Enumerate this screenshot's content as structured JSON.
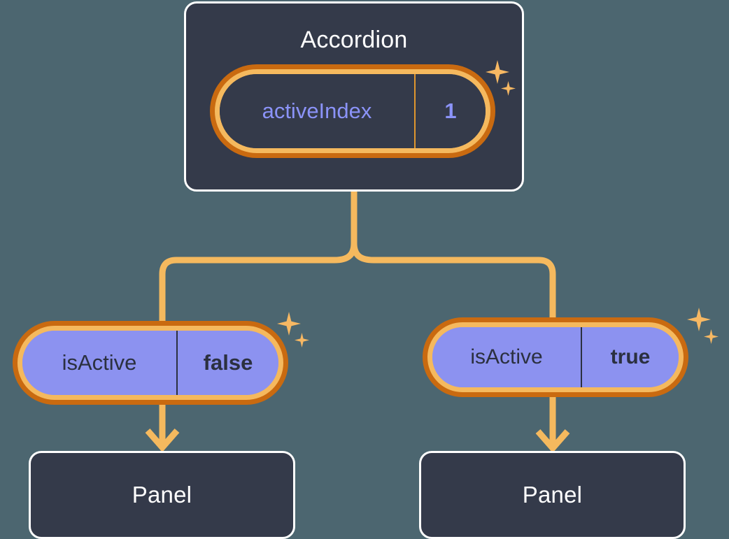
{
  "background_color": "#4c6670",
  "palette": {
    "card_fill": "#343a4a",
    "card_border": "#ffffff",
    "pill_ring_inner": "#f5b95e",
    "pill_ring_outer": "#c96a10",
    "pill_light_fill": "#8c92f0",
    "accent_text": "#8b93f8",
    "dark_text": "#2b3040",
    "connector": "#f5b95e",
    "sparkle": "#f7b863"
  },
  "diagram": {
    "type": "component-tree",
    "root": {
      "title": "Accordion",
      "state": {
        "key": "activeIndex",
        "value": "1",
        "variant": "dark"
      },
      "sparkle": {
        "big": "sparkle-star-icon",
        "small": "sparkle-star-small-icon"
      }
    },
    "children": [
      {
        "id": "left",
        "prop": {
          "key": "isActive",
          "value": "false",
          "variant": "light"
        },
        "sparkle": {
          "big": "sparkle-star-icon",
          "small": "sparkle-star-small-icon"
        },
        "arrow": "down-arrow-icon",
        "component": {
          "title": "Panel"
        }
      },
      {
        "id": "right",
        "prop": {
          "key": "isActive",
          "value": "true",
          "variant": "light"
        },
        "sparkle": {
          "big": "sparkle-star-icon",
          "small": "sparkle-star-small-icon"
        },
        "arrow": "down-arrow-icon",
        "component": {
          "title": "Panel"
        }
      }
    ]
  }
}
